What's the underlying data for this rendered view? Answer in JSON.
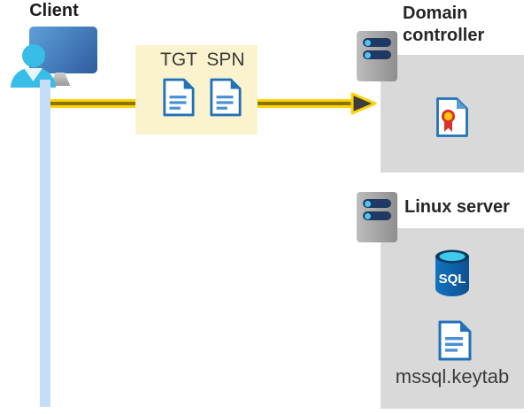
{
  "diagram": {
    "client": {
      "label": "Client",
      "icon": "client-workstation-icon"
    },
    "ticket_box": {
      "items": [
        {
          "label": "TGT",
          "icon": "document-icon"
        },
        {
          "label": "SPN",
          "icon": "document-icon"
        }
      ]
    },
    "arrow": {
      "from": "client",
      "to": "domain-controller",
      "color": "#FFD20A",
      "stripe_color": "#8A7500"
    },
    "domain_controller": {
      "label": "Domain controller",
      "icons": [
        "server-icon",
        "certificate-icon"
      ]
    },
    "linux_server": {
      "label": "Linux server",
      "sql_label": "SQL",
      "keytab_label": "mssql.keytab",
      "icons": [
        "server-icon",
        "sql-database-icon",
        "document-icon"
      ]
    },
    "colors": {
      "box_gray": "#D9D9D9",
      "ticket_box_bg": "#FBF3CE",
      "lifeline_blue": "#C5DDF6",
      "doc_blue": "#2272B9",
      "doc_line_blue": "#4A90D9",
      "server_slot_navy": "#1F3864",
      "server_dot_cyan": "#4CC5EF",
      "person_cyan": "#38BDE8",
      "sql_body_blue": "#0C5190",
      "sql_top_cyan": "#3FC9ED",
      "cert_red": "#D9342B",
      "cert_gold": "#FFC70A"
    }
  }
}
